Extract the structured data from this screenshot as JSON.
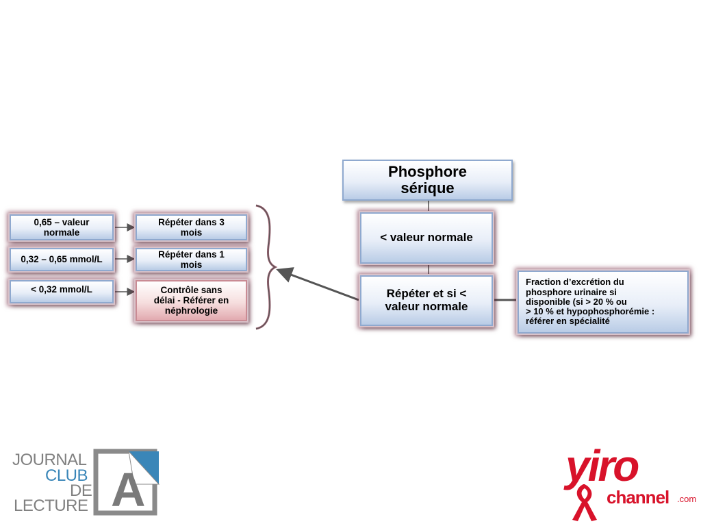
{
  "title_box": {
    "line1": "Phosphore",
    "line2": "sérique"
  },
  "center": {
    "below_normal": "< valeur normale",
    "repeat_line1": "Répéter et si <",
    "repeat_line2": "valeur normale"
  },
  "right_box": {
    "line1": "Fraction d’excrétion du",
    "line2": "phosphore urinaire si",
    "line3": "disponible (si > 20 % ou",
    "line4": "> 10 % et hypophosphorémie :",
    "line5": "référer en spécialité"
  },
  "ranges": [
    {
      "line1": "0,65 – valeur",
      "line2": "normale"
    },
    {
      "line1": "0,32 – 0,65 mmol/L",
      "line2": ""
    },
    {
      "line1": "< 0,32 mmol/L",
      "line2": ""
    }
  ],
  "actions": [
    {
      "line1": "Répéter dans 3",
      "line2": "mois",
      "line3": ""
    },
    {
      "line1": "Répéter dans 1",
      "line2": "mois",
      "line3": ""
    },
    {
      "line1": "Contrôle sans",
      "line2": "délai - Référer en",
      "line3": "néphrologie"
    }
  ],
  "logos": {
    "journal_club": {
      "w1": "JOURNAL",
      "w2": "CLUB",
      "w3": "DE",
      "w4": "LECTURE",
      "letter": "A"
    },
    "yiro": {
      "w1": "yiro",
      "w2": "channel",
      "w3": ".com"
    }
  },
  "colors": {
    "box_border": "#8fa9cf",
    "glow": "#6e1e37",
    "connector": "#555555",
    "brace": "#7a2a3f",
    "journal_blue": "#3a86b8",
    "yiro_red": "#d8122a"
  }
}
